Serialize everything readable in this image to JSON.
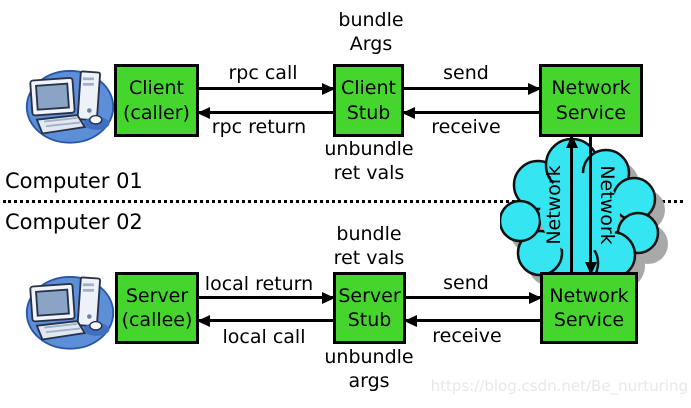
{
  "diagram": {
    "computer01_label": "Computer 01",
    "computer02_label": "Computer 02",
    "boxes": {
      "client": {
        "line1": "Client",
        "line2": "(caller)"
      },
      "client_stub": {
        "line1": "Client",
        "line2": "Stub"
      },
      "network_service_top": {
        "line1": "Network",
        "line2": "Service"
      },
      "server": {
        "line1": "Server",
        "line2": "(callee)"
      },
      "server_stub": {
        "line1": "Server",
        "line2": "Stub"
      },
      "network_service_bottom": {
        "line1": "Network",
        "line2": "Service"
      }
    },
    "annotations": {
      "bundle_args": {
        "line1": "bundle",
        "line2": "Args"
      },
      "unbundle_ret_vals": {
        "line1": "unbundle",
        "line2": "ret vals"
      },
      "bundle_ret_vals": {
        "line1": "bundle",
        "line2": "ret vals"
      },
      "unbundle_args": {
        "line1": "unbundle",
        "line2": "args"
      }
    },
    "arrows": {
      "rpc_call": "rpc call",
      "rpc_return": "rpc return",
      "send_top": "send",
      "receive_top": "receive",
      "local_return": "local return",
      "local_call": "local call",
      "send_bottom": "send",
      "receive_bottom": "receive"
    },
    "cloud": {
      "label_left": "Network",
      "label_right": "Network"
    },
    "watermark": "https://blog.csdn.net/Be_nurturing",
    "colors": {
      "box_green": "#44d62c",
      "cloud_cyan": "#35e6f2",
      "shadow_gray": "#a8a8a8",
      "pc_blue": "#5d8fd9"
    }
  }
}
